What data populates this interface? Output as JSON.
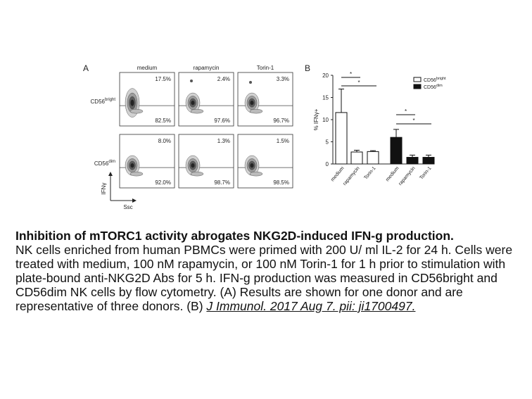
{
  "figure": {
    "panel_a": {
      "label": "A",
      "columns": [
        "medium",
        "rapamycin",
        "Torin-1"
      ],
      "rows": [
        {
          "label_base": "CD56",
          "label_sup": "bright",
          "upper_pct": [
            "17.5%",
            "2.4%",
            "3.3%"
          ],
          "lower_pct": [
            "82.5%",
            "97.6%",
            "96.7%"
          ]
        },
        {
          "label_base": "CD56",
          "label_sup": "dim",
          "upper_pct": [
            "8.0%",
            "1.3%",
            "1.5%"
          ],
          "lower_pct": [
            "92.0%",
            "98.7%",
            "98.5%"
          ]
        }
      ],
      "y_axis_label": "IFNγ",
      "x_axis_label": "Ssc"
    },
    "panel_b": {
      "label": "B",
      "chart_data": {
        "type": "bar",
        "ylabel": "% IFNγ+",
        "ylim": [
          0,
          20
        ],
        "yticks": [
          0,
          5,
          10,
          15,
          20
        ],
        "categories": [
          "medium",
          "rapamycin",
          "Torin-1",
          "medium",
          "rapamycin",
          "Torin-1"
        ],
        "series": [
          {
            "name": "CD56bright",
            "legend_base": "CD56",
            "legend_sup": "bright",
            "fill": "#ffffff",
            "values": [
              11.6,
              2.7,
              2.8
            ],
            "errors": [
              5.3,
              0.4,
              0.2
            ]
          },
          {
            "name": "CD56dim",
            "legend_base": "CD56",
            "legend_sup": "dim",
            "fill": "#111111",
            "values": [
              6.0,
              1.5,
              1.5
            ],
            "errors": [
              1.8,
              0.5,
              0.5
            ]
          }
        ],
        "significance_marker": "*"
      }
    }
  },
  "caption": {
    "title": "Inhibition of mTORC1 activity abrogates NKG2D-induced IFN-g production.",
    "body": "NK cells enriched from human PBMCs were primed with 200 U/ ml IL-2 for 24 h. Cells were treated with medium, 100 nM rapamycin, or 100 nM Torin-1 for 1 h prior to stimulation with plate-bound anti-NKG2D Abs for 5 h. IFN-g production was measured in CD56bright and CD56dim NK cells by flow cytometry. (A) Results are shown for one donor and are representative of three donors. (B) ",
    "citation": "J Immunol. 2017 Aug 7. pii: ji1700497."
  }
}
